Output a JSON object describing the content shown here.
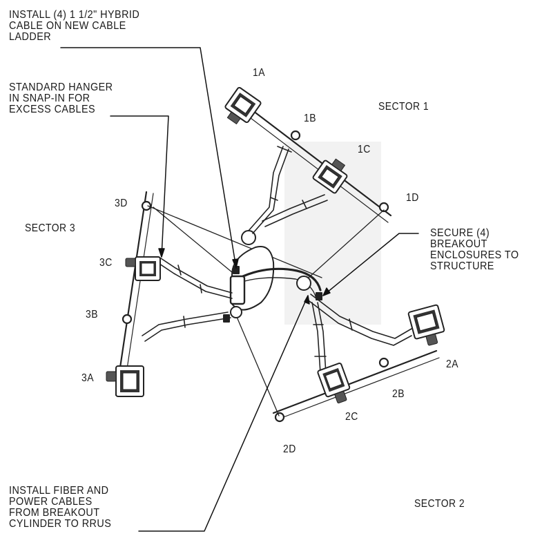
{
  "notes": {
    "hybrid_cable": "INSTALL (4) 1 1/2\" HYBRID\nCABLE ON NEW CABLE\nLADDER",
    "hanger": "STANDARD HANGER\nIN SNAP-IN FOR\nEXCESS CABLES",
    "breakout": "SECURE (4)\nBREAKOUT\nENCLOSURES TO\nSTRUCTURE",
    "fiber": "INSTALL FIBER AND\nPOWER CABLES\nFROM BREAKOUT\nCYLINDER TO RRUS"
  },
  "sectors": {
    "s1": "SECTOR 1",
    "s2": "SECTOR 2",
    "s3": "SECTOR 3"
  },
  "positions": {
    "p1A": "1A",
    "p1B": "1B",
    "p1C": "1C",
    "p1D": "1D",
    "p2A": "2A",
    "p2B": "2B",
    "p2C": "2C",
    "p2D": "2D",
    "p3A": "3A",
    "p3B": "3B",
    "p3C": "3C",
    "p3D": "3D"
  }
}
